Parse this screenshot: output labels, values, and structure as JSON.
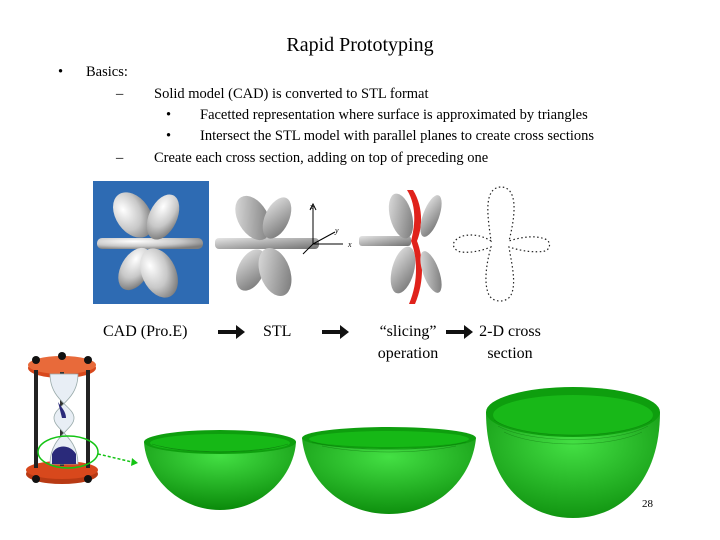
{
  "slide": {
    "title": "Rapid Prototyping",
    "page_number": "28"
  },
  "bullets": {
    "l1_marker": "•",
    "l1_text": "Basics:",
    "l2_marker": "–",
    "l2_items": [
      "Solid model (CAD) is converted to STL format",
      "Create each cross section, adding on top of preceding one"
    ],
    "l3_marker": "•",
    "l3_items": [
      "Facetted representation where surface is approximated by triangles",
      "Intersect the STL model with parallel planes to create cross sections"
    ]
  },
  "pipeline": {
    "labels": [
      "CAD (Pro.E)",
      "STL",
      "“slicing”",
      "operation",
      "2-D cross",
      "section"
    ],
    "axis_labels": {
      "z": "z",
      "y": "y",
      "x": "x"
    }
  },
  "colors": {
    "cad_background": "#2e6bb3",
    "model_gray": "#b9b9b9",
    "slice_red": "#e0221b",
    "bowl_green": "#14c414",
    "hourglass_red": "#d8481c",
    "arrow_color": "#111111"
  }
}
